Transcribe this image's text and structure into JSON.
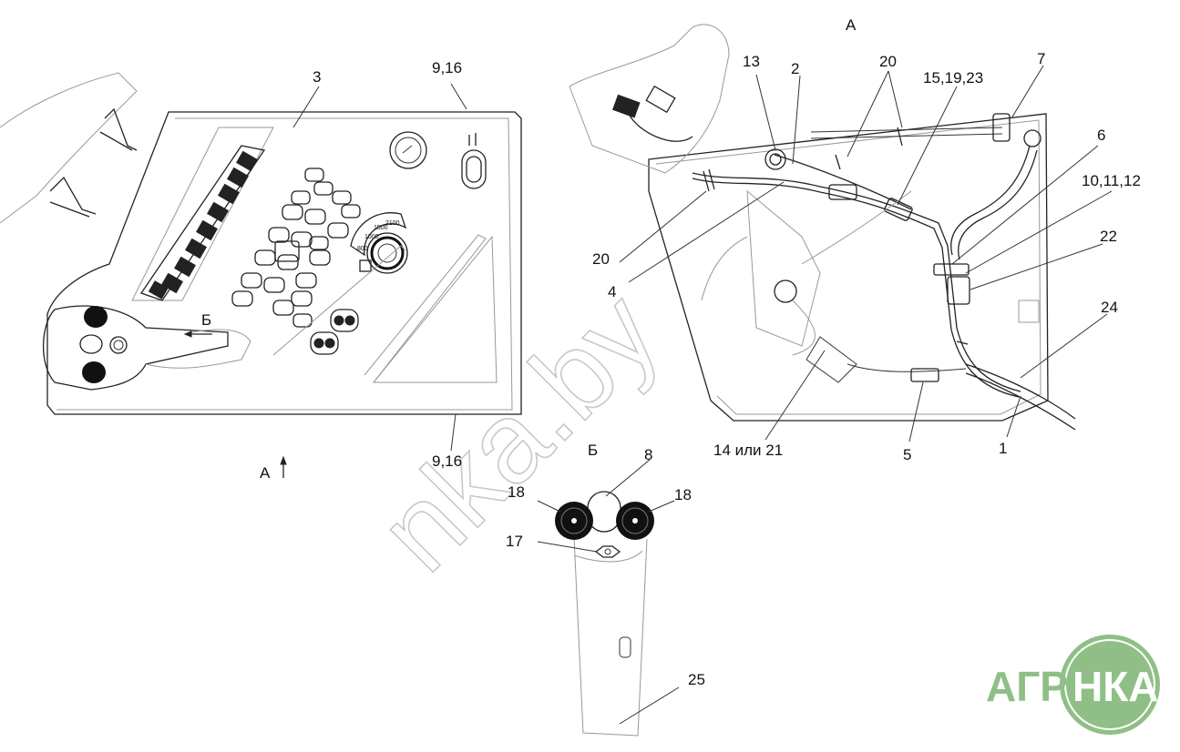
{
  "view_labels": {
    "view_a": "А",
    "view_b": "Б",
    "arrow_a": "А",
    "arrow_b": "Б"
  },
  "callouts": {
    "c1": "1",
    "c2": "2",
    "c3": "3",
    "c4": "4",
    "c5": "5",
    "c6": "6",
    "c7": "7",
    "c8": "8",
    "c9_16_top": "9,16",
    "c9_16_bottom": "9,16",
    "c10_11_12": "10,11,12",
    "c13": "13",
    "c14_21": "14 или 21",
    "c15_19_23": "15,19,23",
    "c17": "17",
    "c18_left": "18",
    "c18_right": "18",
    "c20_top": "20",
    "c20_left": "20",
    "c22": "22",
    "c24": "24",
    "c25": "25"
  },
  "dial_marks": [
    "800",
    "1000",
    "1500",
    "2100"
  ],
  "watermark": "nka.by",
  "logo": {
    "left": "АГРО",
    "right": "НКА",
    "green": "#8fbf86",
    "green_dark": "#6fa866"
  }
}
